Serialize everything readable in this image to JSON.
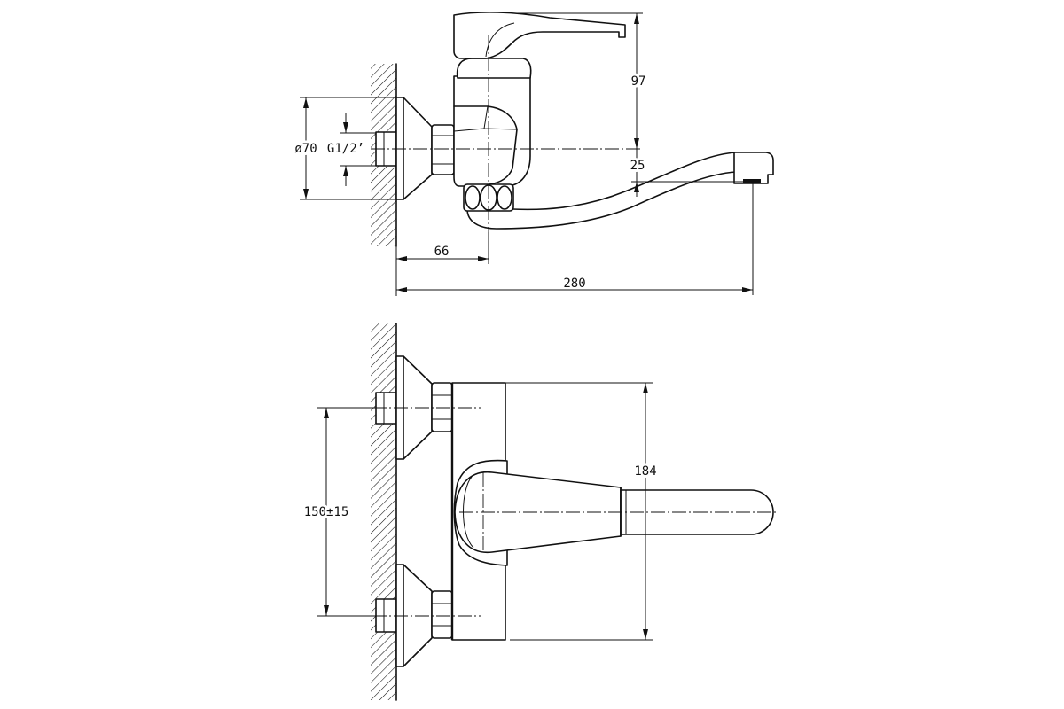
{
  "drawing": {
    "side_view": {
      "lever_height_label": "97",
      "spout_drop_label": "25",
      "flange_diameter_label": "ø70",
      "thread_label": "G1/2’",
      "wall_to_axis_label": "66",
      "reach_label": "280"
    },
    "top_view": {
      "body_height_label": "184",
      "inlet_spacing_label": "150±15"
    }
  },
  "colors": {
    "ink": "#111111",
    "paper": "#ffffff"
  }
}
